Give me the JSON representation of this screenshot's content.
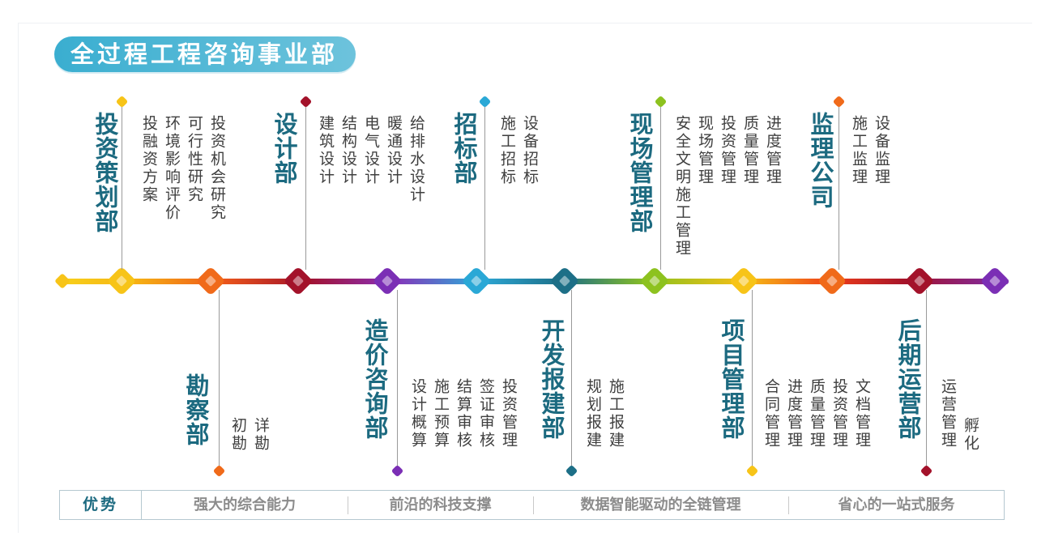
{
  "title": "全过程工程咨询事业部",
  "colors": {
    "dept_text": "#1c6a80",
    "banner": "#3aaed0",
    "node_yellow": "#f7c418",
    "node_orange": "#f06a1a",
    "node_crimson": "#a3122a",
    "node_purple": "#7b2fb5",
    "node_cyan": "#2aa8d6",
    "node_teal": "#1d6f87",
    "node_green": "#8dc21f"
  },
  "departments": [
    {
      "name": "投资策划部",
      "items": [
        "投融资方案",
        "环境影响评价",
        "可行性研究",
        "投资机会研究"
      ]
    },
    {
      "name": "勘察部",
      "items": [
        "初勘",
        "详勘"
      ]
    },
    {
      "name": "设计部",
      "items": [
        "建筑设计",
        "结构设计",
        "电气设计",
        "暖通设计",
        "给排水设计"
      ]
    },
    {
      "name": "造价咨询部",
      "items": [
        "设计概算",
        "施工预算",
        "结算审核",
        "签证审核",
        "投资管理"
      ]
    },
    {
      "name": "招标部",
      "items": [
        "施工招标",
        "设备招标"
      ]
    },
    {
      "name": "开发报建部",
      "items": [
        "规划报建",
        "施工报建"
      ]
    },
    {
      "name": "现场管理部",
      "items": [
        "安全文明施工管理",
        "现场管理",
        "投资管理",
        "质量管理",
        "进度管理"
      ]
    },
    {
      "name": "项目管理部",
      "items": [
        "合同管理",
        "进度管理",
        "质量管理",
        "投资管理",
        "文档管理"
      ]
    },
    {
      "name": "监理公司",
      "items": [
        "施工监理",
        "设备监理"
      ]
    },
    {
      "name": "后期运营部",
      "items": [
        "运营管理",
        "孵化"
      ]
    }
  ],
  "advantages": {
    "label": "优势",
    "items": [
      "强大的综合能力",
      "前沿的科技支撑",
      "数据智能驱动的全链管理",
      "省心的一站式服务"
    ]
  }
}
